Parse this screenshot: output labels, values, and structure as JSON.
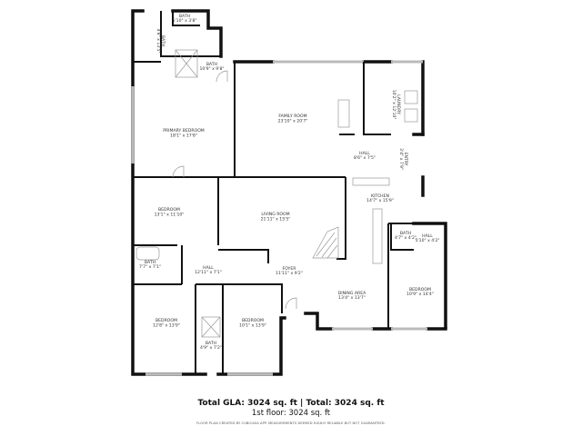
{
  "rooms": [
    {
      "id": "bath-1",
      "name": "BATH",
      "dims": "5'10\" x 3'8\""
    },
    {
      "id": "bath-2",
      "name": "BATH",
      "dims": "4'8\" x 13'5\""
    },
    {
      "id": "bath-3",
      "name": "BATH",
      "dims": "10'9\" x 9'8\""
    },
    {
      "id": "primary-bedroom",
      "name": "PRIMARY BEDROOM",
      "dims": "18'1\" x 17'8\""
    },
    {
      "id": "family-room",
      "name": "FAMILY ROOM",
      "dims": "23'10\" x 20'7\""
    },
    {
      "id": "laundry",
      "name": "LAUNDRY",
      "dims": "10'2\" x 12'10\""
    },
    {
      "id": "hall-1",
      "name": "HALL",
      "dims": "8'6\" x 7'5\""
    },
    {
      "id": "entry",
      "name": "ENTRY",
      "dims": "3'4\" x 7'9\""
    },
    {
      "id": "kitchen",
      "name": "KITCHEN",
      "dims": "14'7\" x 15'9\""
    },
    {
      "id": "bedroom-1",
      "name": "BEDROOM",
      "dims": "13'1\" x 11'10\""
    },
    {
      "id": "living-room",
      "name": "LIVING ROOM",
      "dims": "21'11\" x 15'5\""
    },
    {
      "id": "bath-4",
      "name": "BATH",
      "dims": "4'7\" x 4'2\""
    },
    {
      "id": "hall-2",
      "name": "HALL",
      "dims": "5'10\" x 4'2\""
    },
    {
      "id": "bath-5",
      "name": "BATH",
      "dims": "7'7\" x 7'1\""
    },
    {
      "id": "hall-3",
      "name": "HALL",
      "dims": "12'11\" x 7'1\""
    },
    {
      "id": "foyer",
      "name": "FOYER",
      "dims": "11'11\" x 9'2\""
    },
    {
      "id": "dining-area",
      "name": "DINING AREA",
      "dims": "13'4\" x 13'7\""
    },
    {
      "id": "bedroom-2",
      "name": "BEDROOM",
      "dims": "10'9\" x 14'4\""
    },
    {
      "id": "bedroom-3",
      "name": "BEDROOM",
      "dims": "12'8\" x 13'9\""
    },
    {
      "id": "bedroom-4",
      "name": "BEDROOM",
      "dims": "10'1\" x 13'9\""
    },
    {
      "id": "bath-6",
      "name": "BATH",
      "dims": "4'9\" x 7'2\""
    }
  ],
  "footer": {
    "totals": "Total GLA: 3024 sq. ft | Total: 3024 sq. ft",
    "floor": "1st floor: 3024 sq. ft",
    "disclaimer": "FLOOR PLAN CREATED BY CUBICASA APP. MEASUREMENTS DEEMED HIGHLY RELIABLE BUT NOT GUARANTEED."
  }
}
